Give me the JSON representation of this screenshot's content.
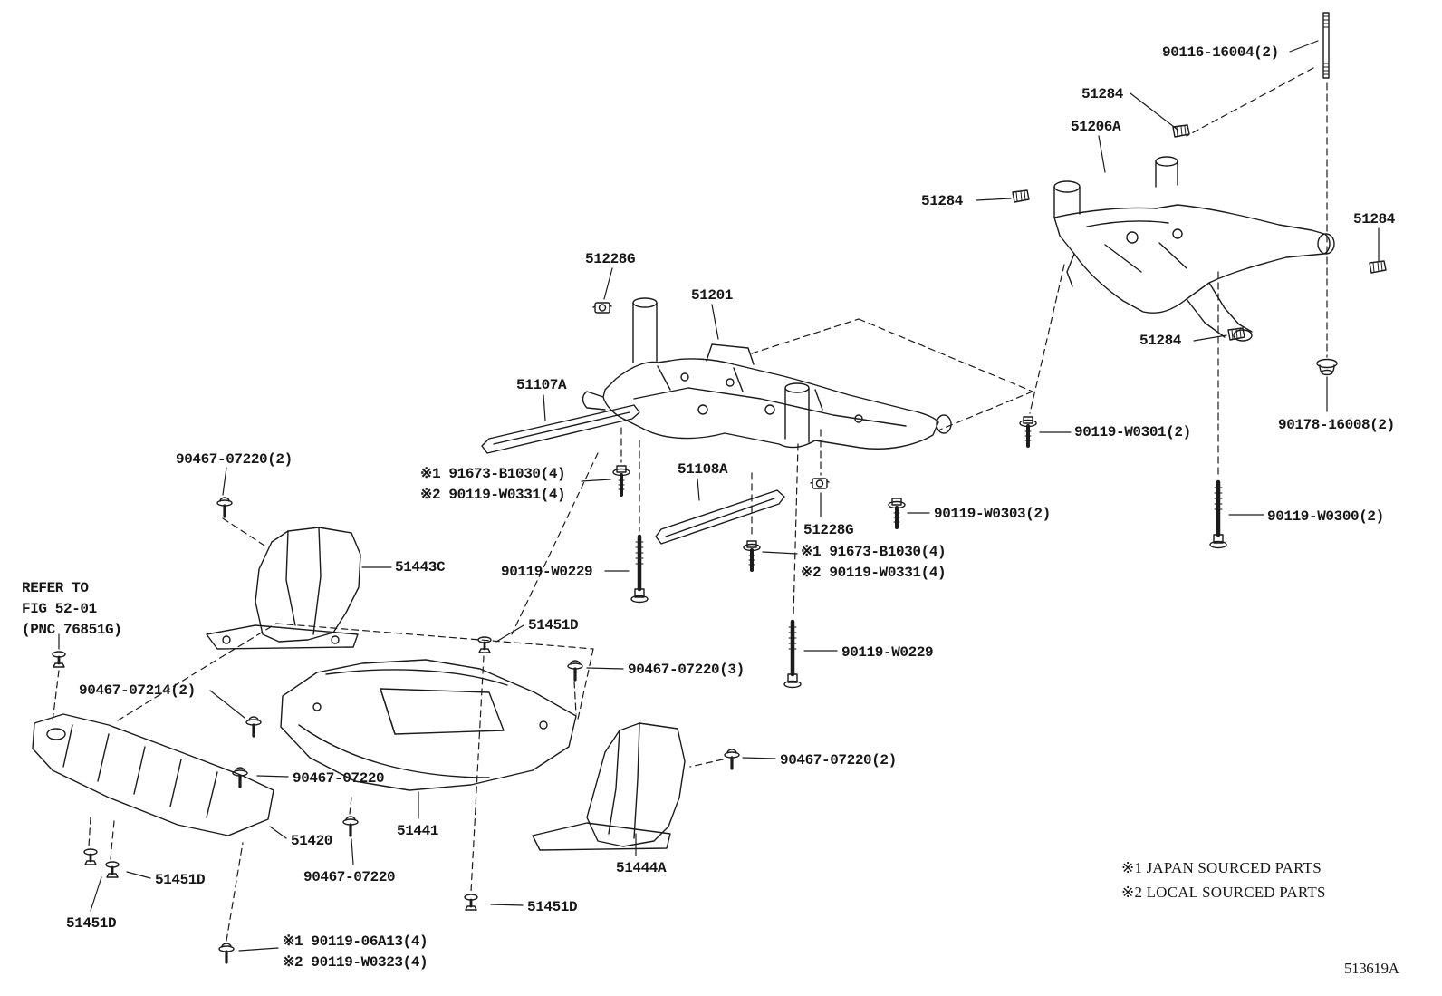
{
  "figure_code": "513619A",
  "refer_note": "REFER TO\nFIG 52-01\n(PNC 76851G)",
  "legend": {
    "japan": "※1 JAPAN SOURCED PARTS",
    "local": "※2 LOCAL SOURCED PARTS"
  },
  "labels": [
    {
      "text": "90116-16004(2)"
    },
    {
      "text": "51284"
    },
    {
      "text": "51206A"
    },
    {
      "text": "51284"
    },
    {
      "text": "51284"
    },
    {
      "text": "51228G"
    },
    {
      "text": "51201"
    },
    {
      "text": "51107A"
    },
    {
      "text": "51284"
    },
    {
      "text": "90119-W0301(2)"
    },
    {
      "text": "90178-16008(2)"
    },
    {
      "text": "90119-W0300(2)"
    },
    {
      "text": "90467-07220(2)"
    },
    {
      "text": "※1 91673-B1030(4)\n※2 90119-W0331(4)"
    },
    {
      "text": "51108A"
    },
    {
      "text": "90119-W0303(2)"
    },
    {
      "text": "51228G"
    },
    {
      "text": "※1 91673-B1030(4)\n※2 90119-W0331(4)"
    },
    {
      "text": "51443C"
    },
    {
      "text": "90119-W0229"
    },
    {
      "text": "51451D"
    },
    {
      "text": "90467-07220(3)"
    },
    {
      "text": "90119-W0229"
    },
    {
      "text": "90467-07214(2)"
    },
    {
      "text": "90467-07220"
    },
    {
      "text": "51420"
    },
    {
      "text": "51441"
    },
    {
      "text": "90467-07220(2)"
    },
    {
      "text": "51451D"
    },
    {
      "text": "51451D"
    },
    {
      "text": "90467-07220"
    },
    {
      "text": "51444A"
    },
    {
      "text": "51451D"
    },
    {
      "text": "※1 90119-06A13(4)\n※2 90119-W0323(4)"
    }
  ]
}
